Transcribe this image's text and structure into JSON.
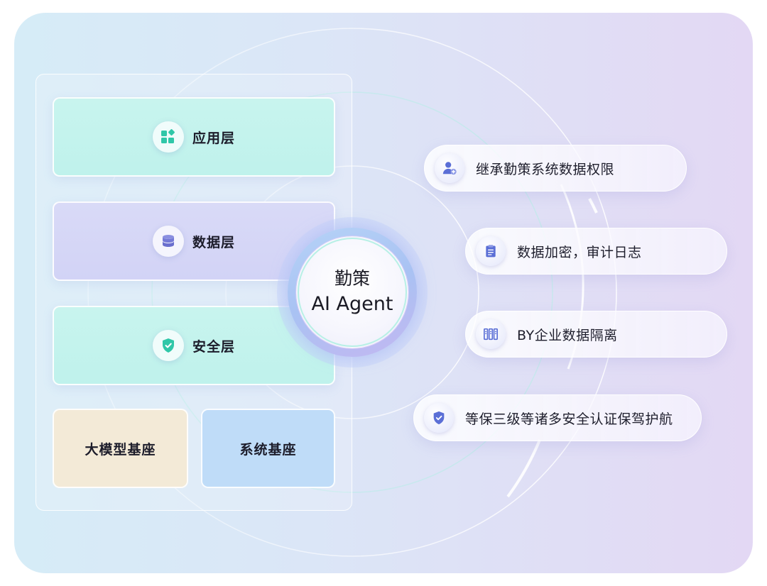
{
  "diagram": {
    "layers": [
      {
        "label": "应用层",
        "icon": "apps-grid-icon"
      },
      {
        "label": "数据层",
        "icon": "database-icon"
      },
      {
        "label": "安全层",
        "icon": "shield-check-icon"
      }
    ],
    "bases": [
      {
        "label": "大模型基座"
      },
      {
        "label": "系统基座"
      }
    ],
    "agent": {
      "line1": "勤策",
      "line2": "AI Agent"
    },
    "features": [
      {
        "label": "继承勤策系统数据权限",
        "icon": "user-add-icon"
      },
      {
        "label": "数据加密，审计日志",
        "icon": "clipboard-icon"
      },
      {
        "label": "BY企业数据隔离",
        "icon": "server-rack-icon"
      },
      {
        "label": "等保三级等诸多安全认证保驾护航",
        "icon": "shield-check-icon"
      }
    ],
    "colors": {
      "accent": "#5b6fd6",
      "teal_accent": "#2fc7a8",
      "teal_layer": "#c8f4ee",
      "purple_layer": "#d9daf7",
      "base_model": "#f3ead7",
      "base_system": "#bfdcf8"
    }
  }
}
